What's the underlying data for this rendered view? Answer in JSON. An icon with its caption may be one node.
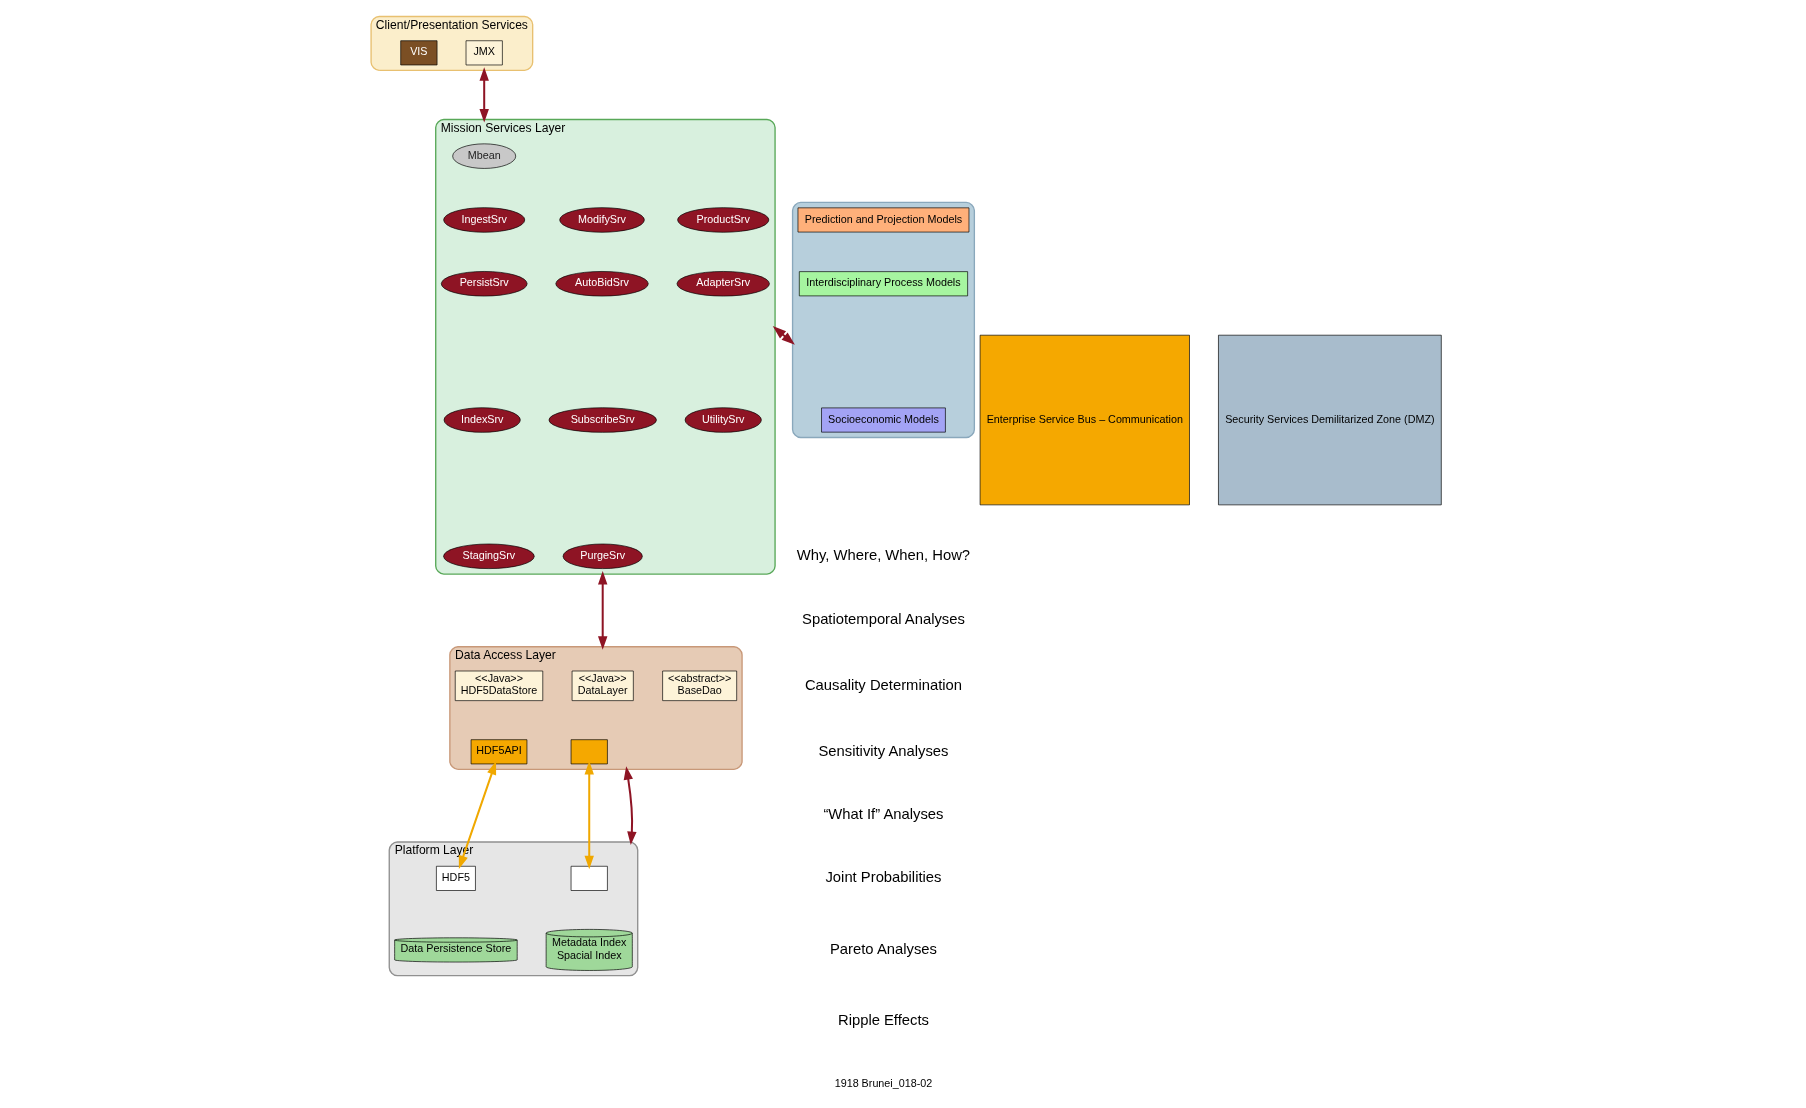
{
  "diagram": {
    "nodes": [
      {
        "text": [
          "Client/Presentation Services"
        ]
      },
      {
        "text": [
          "JMX"
        ],
        "in": 0
      },
      {
        "text": [
          "VIS"
        ],
        "in": 0
      },
      {
        "text": [
          "Mission Services Layer"
        ]
      },
      {
        "text": [
          "Mbean"
        ],
        "in": 3
      },
      {
        "text": [
          "IngestSrv"
        ],
        "in": 3
      },
      {
        "text": [
          "ModifySrv"
        ],
        "in": 3
      },
      {
        "text": [
          "ProductSrv"
        ],
        "in": 3
      },
      {
        "text": [
          "PersistSrv"
        ],
        "in": 3
      },
      {
        "text": [
          "AutoBidSrv"
        ],
        "in": 3
      },
      {
        "text": [
          "AdapterSrv"
        ],
        "in": 3
      },
      {
        "text": [
          "IndexSrv"
        ],
        "in": 3
      },
      {
        "text": [
          "SubscribeSrv"
        ],
        "in": 3
      },
      {
        "text": [
          "UtilitySrv"
        ],
        "in": 3
      },
      {
        "text": [
          "StagingSrv"
        ],
        "in": 3
      },
      {
        "text": [
          "PurgeSrv"
        ],
        "in": 3
      },
      {
        "text": [
          "Data Access Layer"
        ]
      },
      {
        "text": [
          "<<Java>>",
          "HDF5DataStore"
        ],
        "in": 16
      },
      {
        "text": [
          "<<Java>>",
          "DataLayer"
        ],
        "in": 16
      },
      {
        "text": [
          "<<abstract>>",
          "BaseDao"
        ],
        "in": 16
      },
      {
        "text": [
          "HDF5API"
        ],
        "in": 16
      },
      {
        "text": [],
        "shape": "box",
        "in": 16
      },
      {
        "text": [
          "Platform Layer"
        ]
      },
      {
        "text": [
          "HDF5"
        ],
        "in": 22
      },
      {
        "text": [
          "Data Persistence Store"
        ],
        "in": 22
      },
      {
        "text": [],
        "shape": "box",
        "in": 22
      },
      {
        "text": [
          "Metadata Index",
          "Spacial Index"
        ],
        "in": 22
      },
      {
        "text": [
          "Enterprise Service Bus – Communication"
        ]
      },
      {
        "text": [
          "Security Services Demilitarized Zone (DMZ)"
        ]
      },
      {
        "text": [],
        "shape": "box"
      },
      {
        "text": [
          "Prediction and Projection Models"
        ],
        "in": 29
      },
      {
        "text": [
          "Interdisciplinary Process Models"
        ],
        "in": 29
      },
      {
        "text": [
          "Socioeconomic Models"
        ],
        "in": 29
      }
    ],
    "edges": [
      {
        "from": 0,
        "to": 3,
        "arrow": "both",
        "color": "#8e1424"
      },
      {
        "from": 3,
        "to": 16,
        "arrow": "both",
        "color": "#8e1424"
      },
      {
        "from": 20,
        "to": 23,
        "arrow": "both",
        "color": "#f0a800"
      },
      {
        "from": 16,
        "to": 22,
        "arrow": "both",
        "color": "#8e1424"
      },
      {
        "from": 21,
        "to": 25,
        "arrow": "both",
        "color": "#f0a800"
      },
      {
        "from": 3,
        "to": 29,
        "arrow": "both",
        "color": "#8e1424"
      }
    ],
    "labels": [
      "Why, Where, When, How?",
      "Spatiotemporal Analyses",
      "Causality Determination",
      "Sensitivity Analyses",
      "“What If” Analyses",
      "Joint Probabilities",
      "Pareto Analyses",
      "Ripple Effects",
      "1918 Brunei_018-02"
    ]
  }
}
